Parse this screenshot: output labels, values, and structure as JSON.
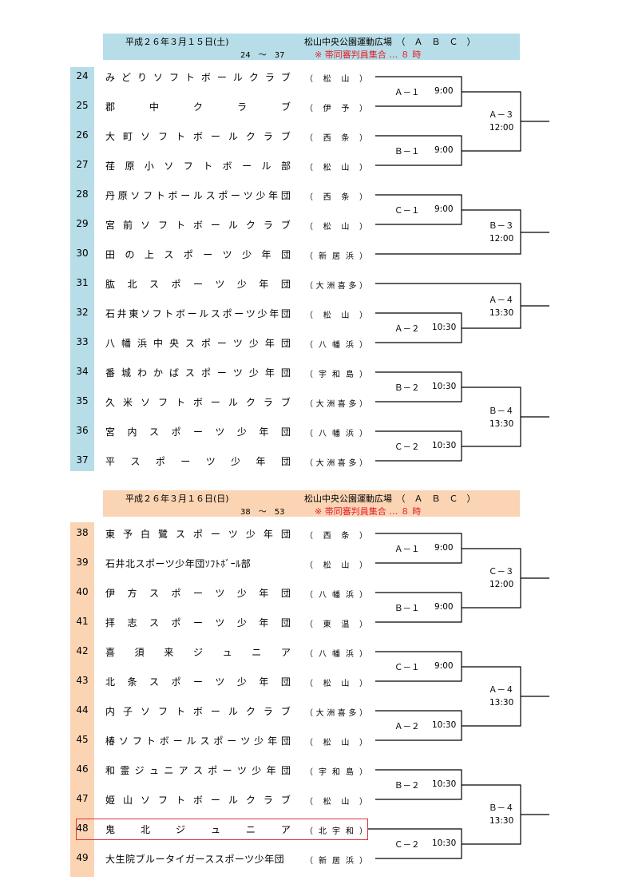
{
  "colors": {
    "section1": "#b7dde8",
    "section2": "#fbd4b4",
    "highlight_border": "#d9363e",
    "notice_red": "#e0222a"
  },
  "section1": {
    "date": "平成２６年３月１５日(土)",
    "venue": "松山中央公園運動広場　（　Ａ　Ｂ　Ｃ　）",
    "range": "24　～　37",
    "notice": "※ 帯同審判員集合 … ８ 時",
    "teams": [
      {
        "no": "24",
        "name": "みどりソフトボールクラブ",
        "city": "松山"
      },
      {
        "no": "25",
        "name": "郡中クラブ",
        "city": "伊予"
      },
      {
        "no": "26",
        "name": "大町ソフトボールクラブ",
        "city": "西条"
      },
      {
        "no": "27",
        "name": "荏原小ソフトボール部",
        "city": "松山"
      },
      {
        "no": "28",
        "name": "丹原ソフトボールスポーツ少年団",
        "city": "西条"
      },
      {
        "no": "29",
        "name": "宮前ソフトボールクラブ",
        "city": "松山"
      },
      {
        "no": "30",
        "name": "田の上スポーツ少年団",
        "city": "新居浜"
      },
      {
        "no": "31",
        "name": "肱北スポーツ少年団",
        "city": "大洲喜多"
      },
      {
        "no": "32",
        "name": "石井東ソフトボールスポーツ少年団",
        "city": "松山"
      },
      {
        "no": "33",
        "name": "八幡浜中央スポーツ少年団",
        "city": "八幡浜"
      },
      {
        "no": "34",
        "name": "番城わかばスポーツ少年団",
        "city": "宇和島"
      },
      {
        "no": "35",
        "name": "久米ソフトボールクラブ",
        "city": "大洲喜多"
      },
      {
        "no": "36",
        "name": "宮内スポーツ少年団",
        "city": "八幡浜"
      },
      {
        "no": "37",
        "name": "平スポーツ少年団",
        "city": "大洲喜多"
      }
    ],
    "matches": [
      {
        "code": "Ａ－１",
        "time": "9:00"
      },
      {
        "code": "Ｂ－１",
        "time": "9:00"
      },
      {
        "code": "Ｃ－１",
        "time": "9:00"
      },
      {
        "code": "Ａ－２",
        "time": "10:30"
      },
      {
        "code": "Ｂ－２",
        "time": "10:30"
      },
      {
        "code": "Ｃ－２",
        "time": "10:30"
      },
      {
        "code": "Ａ－３",
        "time": "12:00"
      },
      {
        "code": "Ｂ－３",
        "time": "12:00"
      },
      {
        "code": "Ａ－４",
        "time": "13:30"
      },
      {
        "code": "Ｂ－４",
        "time": "13:30"
      }
    ]
  },
  "section2": {
    "date": "平成２６年３月１６日(日)",
    "venue": "松山中央公園運動広場　（　Ａ　Ｂ　Ｃ　）",
    "range": "38　～　53",
    "notice": "※ 帯同審判員集合 … ８ 時",
    "teams": [
      {
        "no": "38",
        "name": "東予白鷺スポーツ少年団",
        "city": "西条"
      },
      {
        "no": "39",
        "name": "石井北スポーツ少年団ｿﾌﾄﾎﾞｰﾙ部",
        "city": "松山"
      },
      {
        "no": "40",
        "name": "伊方スポーツ少年団",
        "city": "八幡浜"
      },
      {
        "no": "41",
        "name": "拝志スポーツ少年団",
        "city": "東温"
      },
      {
        "no": "42",
        "name": "喜須来ジュニア",
        "city": "八幡浜"
      },
      {
        "no": "43",
        "name": "北条スポーツ少年団",
        "city": "松山"
      },
      {
        "no": "44",
        "name": "内子ソフトボールクラブ",
        "city": "大洲喜多"
      },
      {
        "no": "45",
        "name": "椿ソフトボールスポーツ少年団",
        "city": "松山"
      },
      {
        "no": "46",
        "name": "和霊ジュニアスポーツ少年団",
        "city": "宇和島"
      },
      {
        "no": "47",
        "name": "姫山ソフトボールクラブ",
        "city": "松山"
      },
      {
        "no": "48",
        "name": "鬼北ジュニア",
        "city": "北宇和"
      },
      {
        "no": "49",
        "name": "大生院ブルータイガーススポーツ少年団",
        "city": "新居浜"
      }
    ],
    "matches": [
      {
        "code": "Ａ－１",
        "time": "9:00"
      },
      {
        "code": "Ｂ－１",
        "time": "9:00"
      },
      {
        "code": "Ｃ－１",
        "time": "9:00"
      },
      {
        "code": "Ａ－２",
        "time": "10:30"
      },
      {
        "code": "Ｂ－２",
        "time": "10:30"
      },
      {
        "code": "Ｃ－２",
        "time": "10:30"
      },
      {
        "code": "Ｃ－３",
        "time": "12:00"
      },
      {
        "code": "Ａ－４",
        "time": "13:30"
      },
      {
        "code": "Ｂ－４",
        "time": "13:30"
      }
    ]
  }
}
